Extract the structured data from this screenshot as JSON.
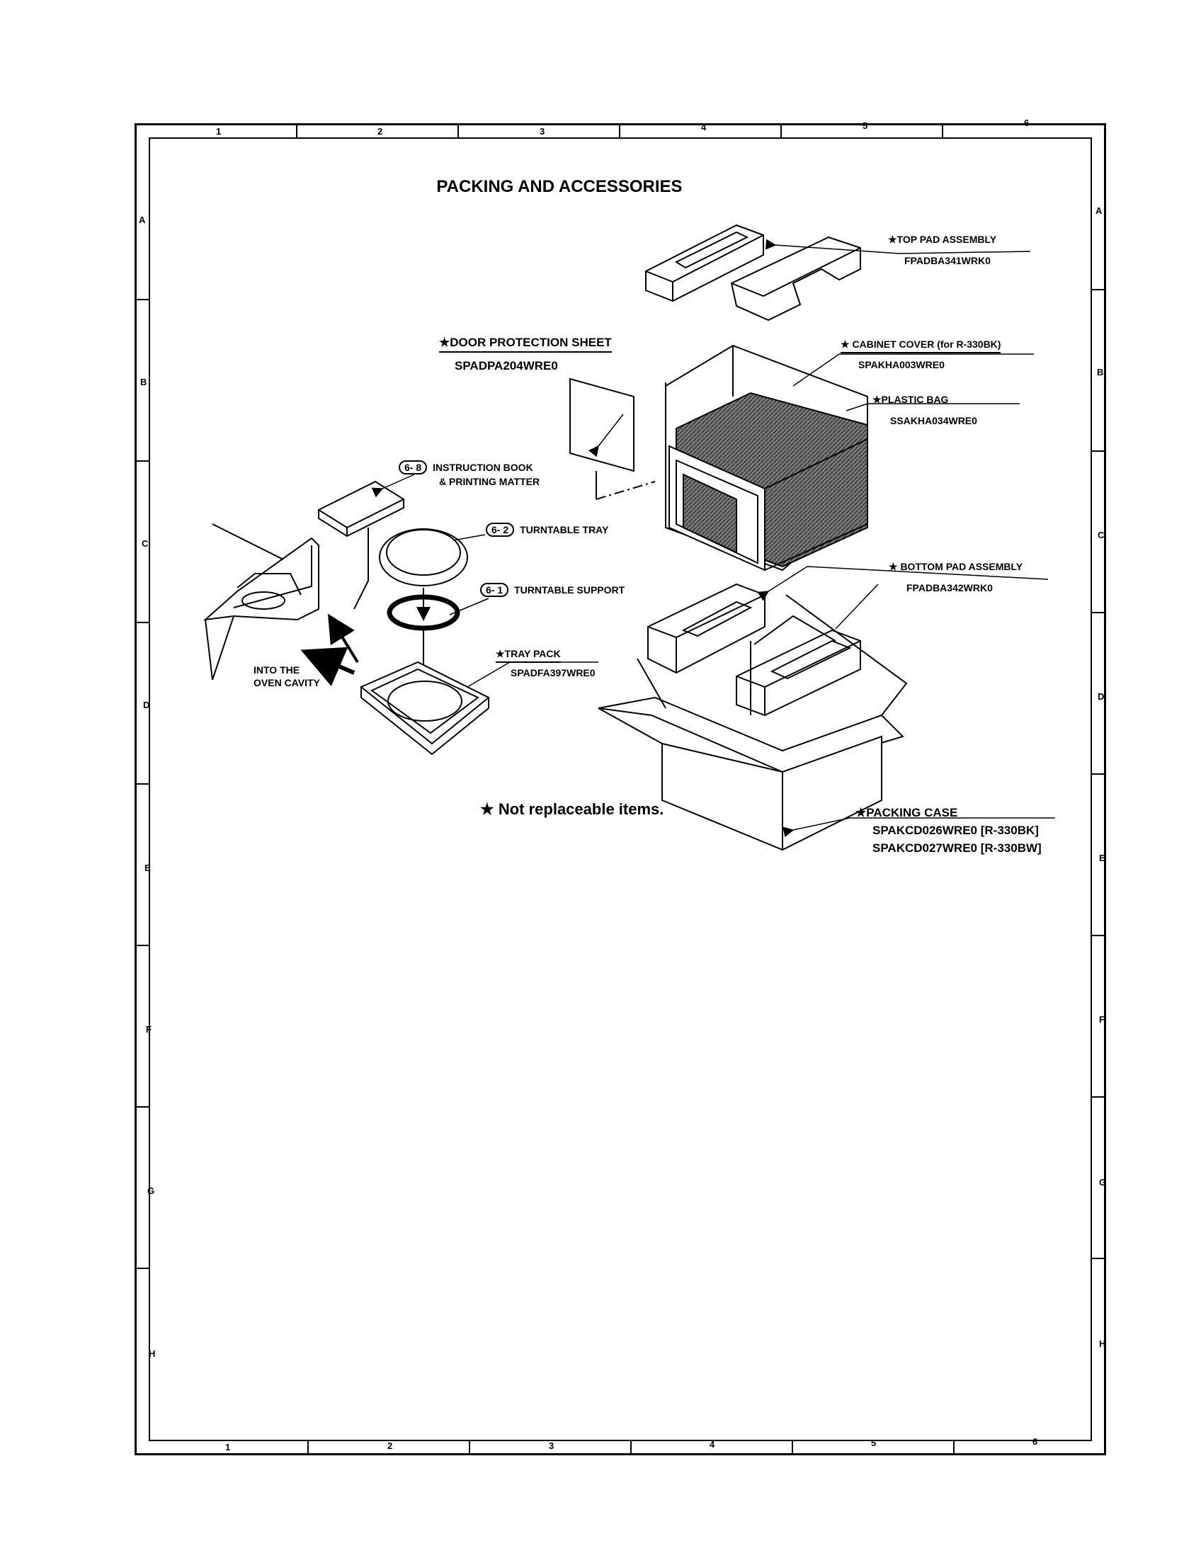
{
  "title": "PACKING AND ACCESSORIES",
  "ruler": {
    "columns": [
      "1",
      "2",
      "3",
      "4",
      "5",
      "6"
    ],
    "rows": [
      "A",
      "B",
      "C",
      "D",
      "E",
      "F",
      "G",
      "H"
    ]
  },
  "parts": {
    "top_pad": {
      "name": "★TOP PAD ASSEMBLY",
      "code": "FPADBA341WRK0"
    },
    "door_sheet": {
      "name": "★DOOR PROTECTION SHEET",
      "code": "SPADPA204WRE0"
    },
    "cabinet_cover": {
      "name": "★ CABINET COVER (for R-330BK)",
      "code": "SPAKHA003WRE0"
    },
    "plastic_bag": {
      "name": "★PLASTIC BAG",
      "code": "SSAKHA034WRE0"
    },
    "instruction_book": {
      "ref": "6- 8",
      "name_line1": "INSTRUCTION BOOK",
      "name_line2": "& PRINTING MATTER"
    },
    "turntable_tray": {
      "ref": "6- 2",
      "name": "TURNTABLE TRAY"
    },
    "turntable_support": {
      "ref": "6- 1",
      "name": "TURNTABLE SUPPORT"
    },
    "tray_pack": {
      "name": "★TRAY PACK",
      "code": "SPADFA397WRE0"
    },
    "bottom_pad": {
      "name": "★ BOTTOM PAD ASSEMBLY",
      "code": "FPADBA342WRK0"
    },
    "packing_case": {
      "name": "★PACKING CASE",
      "code1": "SPAKCD026WRE0 [R-330BK]",
      "code2": "SPAKCD027WRE0 [R-330BW]"
    }
  },
  "oven_note_line1": "INTO THE",
  "oven_note_line2": "OVEN CAVITY",
  "footnote": "★ Not replaceable items."
}
